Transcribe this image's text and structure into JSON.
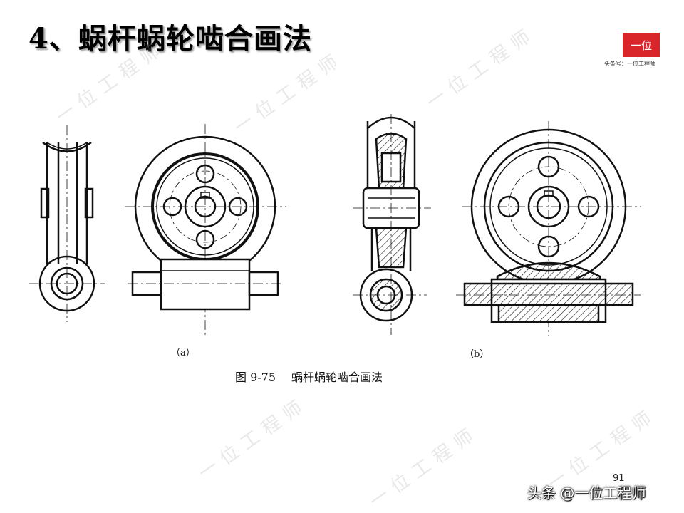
{
  "slide": {
    "title": "4、蜗杆蜗轮啮合画法"
  },
  "logo": {
    "mark": "一位",
    "caption": "头条号：一位工程师"
  },
  "watermark_text": "一位工程师",
  "figure": {
    "label_a": "（a）",
    "label_b": "（b）",
    "caption_number": "图 9-75",
    "caption_text": "蜗杆蜗轮啮合画法"
  },
  "page_number": "91",
  "source_badge": "头条 @一位工程师",
  "colors": {
    "logo_red": "#d8262b",
    "ink": "#111111"
  }
}
